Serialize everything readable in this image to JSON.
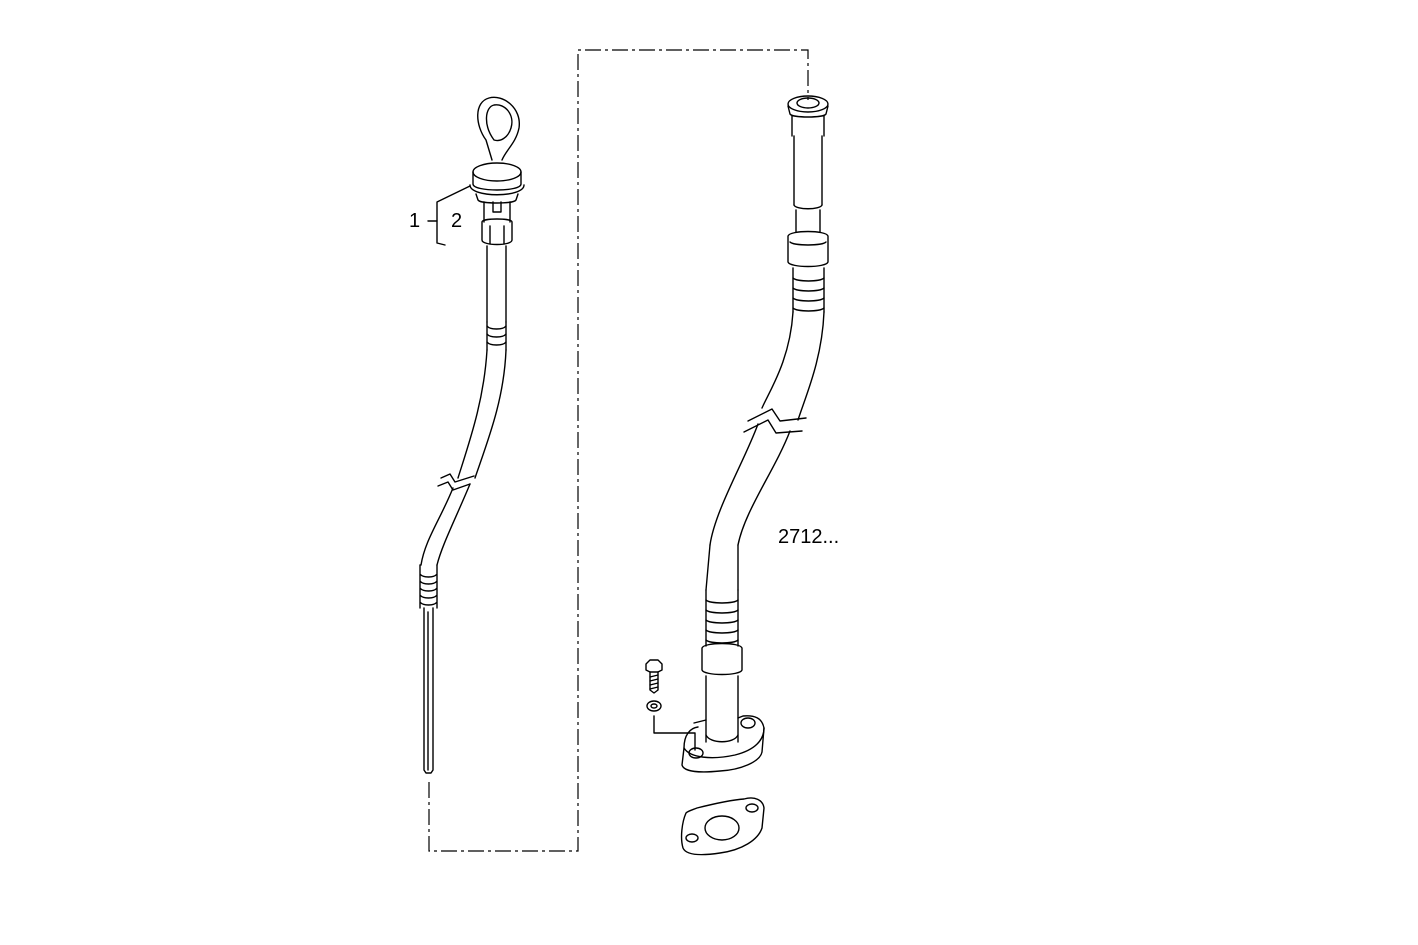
{
  "diagram": {
    "type": "exploded parts diagram",
    "subject": "oil dipstick and dipstick guide tube",
    "callouts": [
      {
        "id": "1",
        "label": "1",
        "target": "dipstick assembly"
      },
      {
        "id": "2",
        "label": "2",
        "target": "dipstick cap / seal"
      }
    ],
    "reference_label": "2712...",
    "parts": [
      {
        "name": "dipstick",
        "callout": "1"
      },
      {
        "name": "dipstick-cap",
        "callout": "2"
      },
      {
        "name": "guide-tube",
        "callout": "2712..."
      },
      {
        "name": "bolt"
      },
      {
        "name": "washer"
      },
      {
        "name": "flange"
      },
      {
        "name": "gasket"
      }
    ],
    "colors": {
      "line": "#000000",
      "background": "#ffffff"
    }
  }
}
